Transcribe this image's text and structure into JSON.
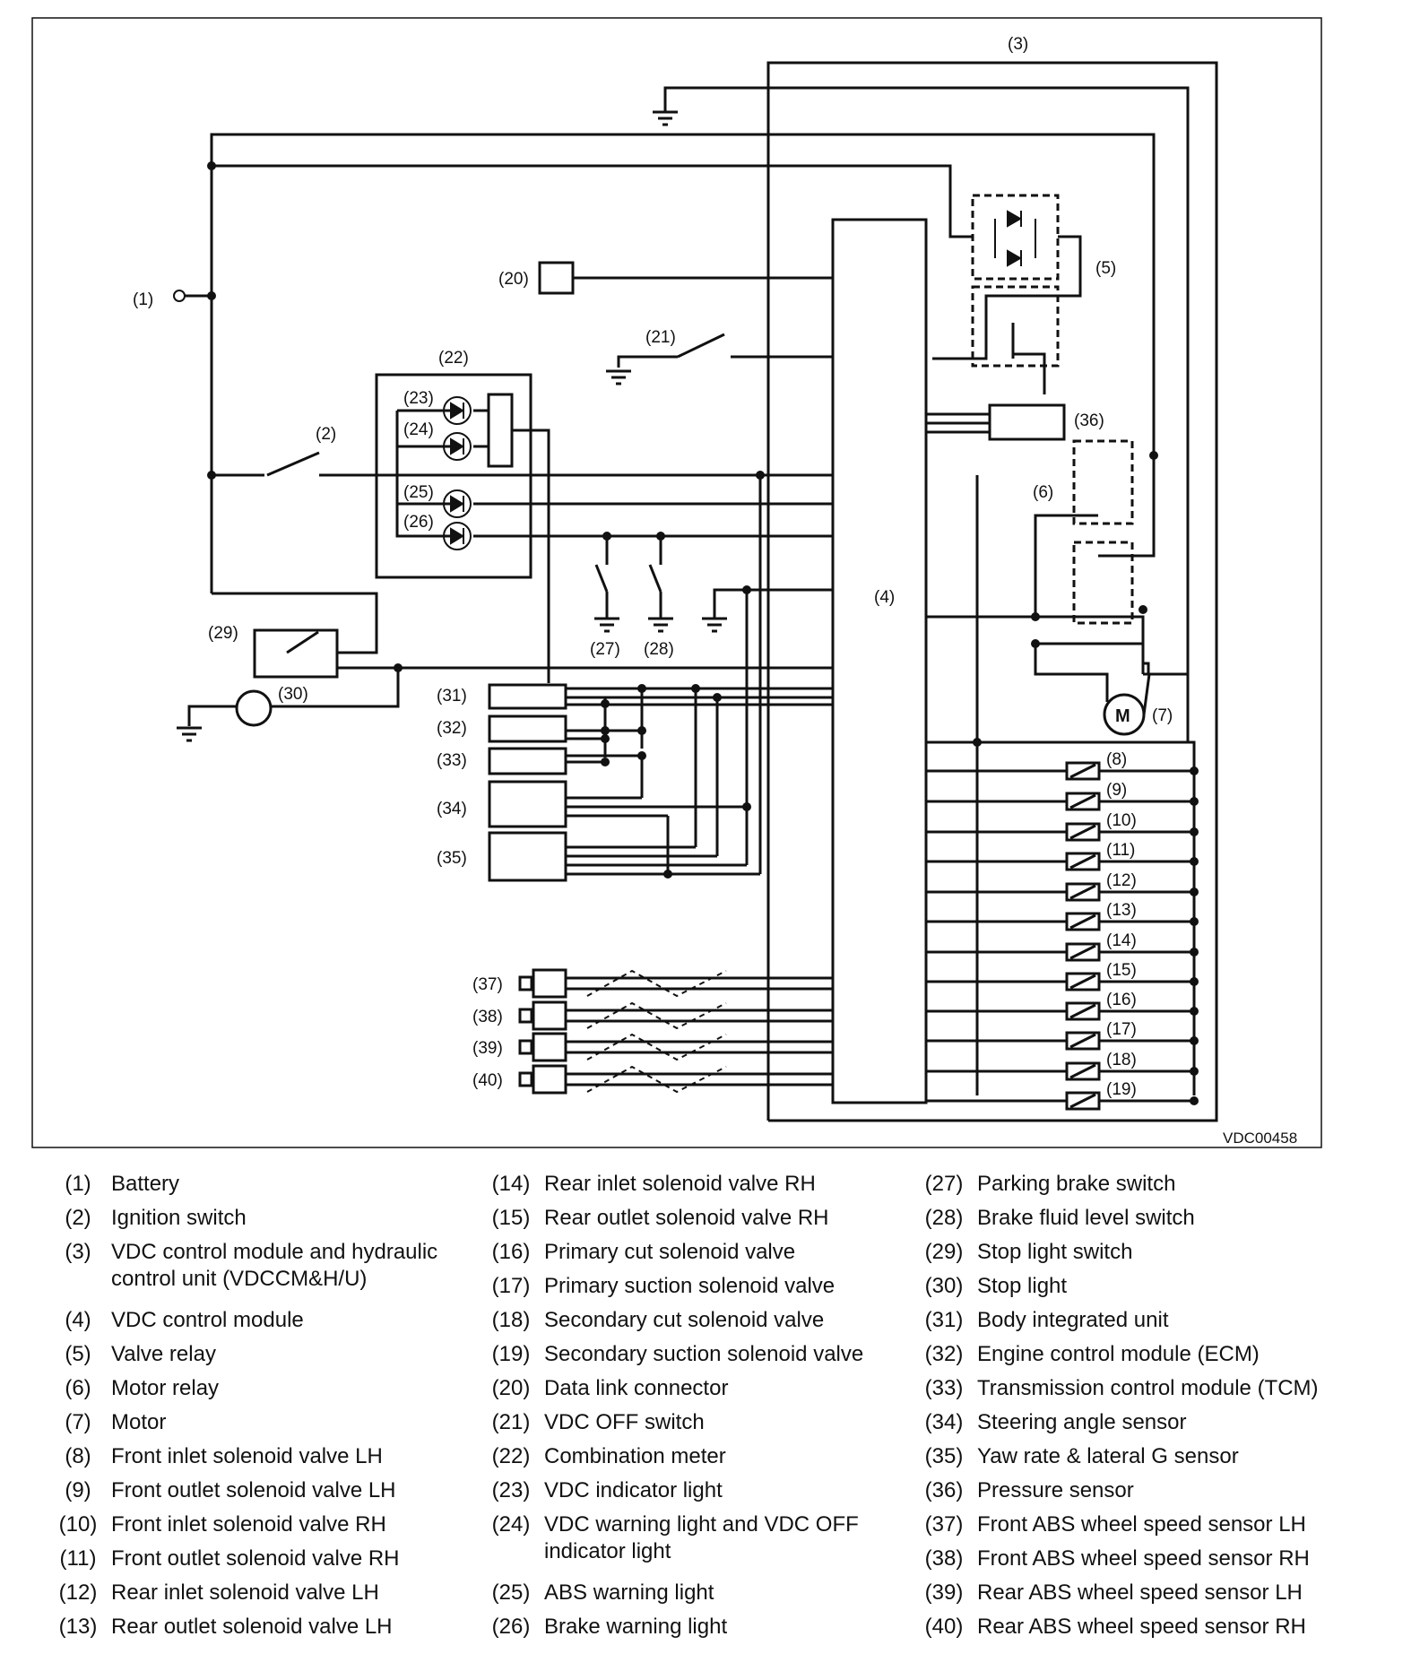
{
  "diagram": {
    "code": "VDC00458",
    "callouts": [
      "(1)",
      "(2)",
      "(3)",
      "(4)",
      "(5)",
      "(6)",
      "(7)",
      "(8)",
      "(9)",
      "(10)",
      "(11)",
      "(12)",
      "(13)",
      "(14)",
      "(15)",
      "(16)",
      "(17)",
      "(18)",
      "(19)",
      "(20)",
      "(21)",
      "(22)",
      "(23)",
      "(24)",
      "(25)",
      "(26)",
      "(27)",
      "(28)",
      "(29)",
      "(30)",
      "(31)",
      "(32)",
      "(33)",
      "(34)",
      "(35)",
      "(36)",
      "(37)",
      "(38)",
      "(39)",
      "(40)"
    ],
    "motor_symbol": "M"
  },
  "legend": {
    "col1": [
      {
        "num": "(1)",
        "label": "Battery"
      },
      {
        "num": "(2)",
        "label": "Ignition switch"
      },
      {
        "num": "(3)",
        "label": "VDC control module and hydraulic control unit (VDCCM&H/U)"
      },
      {
        "num": "(4)",
        "label": "VDC control module"
      },
      {
        "num": "(5)",
        "label": "Valve relay"
      },
      {
        "num": "(6)",
        "label": "Motor relay"
      },
      {
        "num": "(7)",
        "label": "Motor"
      },
      {
        "num": "(8)",
        "label": "Front inlet solenoid valve LH"
      },
      {
        "num": "(9)",
        "label": "Front outlet solenoid valve LH"
      },
      {
        "num": "(10)",
        "label": "Front inlet solenoid valve RH"
      },
      {
        "num": "(11)",
        "label": "Front outlet solenoid valve RH"
      },
      {
        "num": "(12)",
        "label": "Rear inlet solenoid valve LH"
      },
      {
        "num": "(13)",
        "label": "Rear outlet solenoid valve LH"
      }
    ],
    "col2": [
      {
        "num": "(14)",
        "label": "Rear inlet solenoid valve RH"
      },
      {
        "num": "(15)",
        "label": "Rear outlet solenoid valve RH"
      },
      {
        "num": "(16)",
        "label": "Primary cut solenoid valve"
      },
      {
        "num": "(17)",
        "label": "Primary suction solenoid valve"
      },
      {
        "num": "(18)",
        "label": "Secondary cut solenoid valve"
      },
      {
        "num": "(19)",
        "label": "Secondary suction solenoid valve"
      },
      {
        "num": "(20)",
        "label": "Data link connector"
      },
      {
        "num": "(21)",
        "label": "VDC OFF switch"
      },
      {
        "num": "(22)",
        "label": "Combination meter"
      },
      {
        "num": "(23)",
        "label": "VDC indicator light"
      },
      {
        "num": "(24)",
        "label": "VDC warning light and VDC OFF indicator light"
      },
      {
        "num": "(25)",
        "label": "ABS warning light"
      },
      {
        "num": "(26)",
        "label": "Brake warning light"
      }
    ],
    "col3": [
      {
        "num": "(27)",
        "label": "Parking brake switch"
      },
      {
        "num": "(28)",
        "label": "Brake fluid level switch"
      },
      {
        "num": "(29)",
        "label": "Stop light switch"
      },
      {
        "num": "(30)",
        "label": "Stop light"
      },
      {
        "num": "(31)",
        "label": "Body integrated unit"
      },
      {
        "num": "(32)",
        "label": "Engine control module (ECM)"
      },
      {
        "num": "(33)",
        "label": "Transmission control module (TCM)"
      },
      {
        "num": "(34)",
        "label": "Steering angle sensor"
      },
      {
        "num": "(35)",
        "label": "Yaw rate & lateral G sensor"
      },
      {
        "num": "(36)",
        "label": "Pressure sensor"
      },
      {
        "num": "(37)",
        "label": "Front ABS wheel speed sensor LH"
      },
      {
        "num": "(38)",
        "label": "Front ABS wheel speed sensor RH"
      },
      {
        "num": "(39)",
        "label": "Rear ABS wheel speed sensor LH"
      },
      {
        "num": "(40)",
        "label": "Rear ABS wheel speed sensor RH"
      }
    ]
  }
}
